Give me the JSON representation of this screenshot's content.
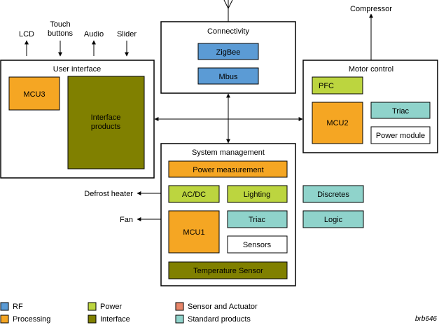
{
  "colors": {
    "rf": "#5b9bd5",
    "processing": "#f5a623",
    "power": "#bcd53f",
    "interface": "#808000",
    "sensor_actuator": "#e8866a",
    "standard": "#8fd3cb",
    "white": "#ffffff"
  },
  "external": {
    "lcd": "LCD",
    "touch_1": "Touch",
    "touch_2": "buttons",
    "audio": "Audio",
    "slider": "Slider",
    "compressor": "Compressor",
    "defrost": "Defrost heater",
    "fan": "Fan"
  },
  "user_interface": {
    "title": "User interface",
    "mcu": "MCU3",
    "interface_1": "Interface",
    "interface_2": "products"
  },
  "connectivity": {
    "title": "Connectivity",
    "zigbee": "ZigBee",
    "mbus": "Mbus"
  },
  "motor_control": {
    "title": "Motor control",
    "pfc": "PFC",
    "mcu": "MCU2",
    "triac": "Triac",
    "power_module": "Power module"
  },
  "system_management": {
    "title": "System management",
    "power_measurement": "Power measurement",
    "acdc": "AC/DC",
    "lighting": "Lighting",
    "mcu": "MCU1",
    "triac": "Triac",
    "sensors": "Sensors",
    "temp_sensor": "Temperature Sensor"
  },
  "standalone": {
    "discretes": "Discretes",
    "logic": "Logic"
  },
  "legend": {
    "rf": "RF",
    "processing": "Processing",
    "power": "Power",
    "interface": "Interface",
    "sensor_actuator": "Sensor and Actuator",
    "standard": "Standard products"
  },
  "figure_id": "brb646"
}
